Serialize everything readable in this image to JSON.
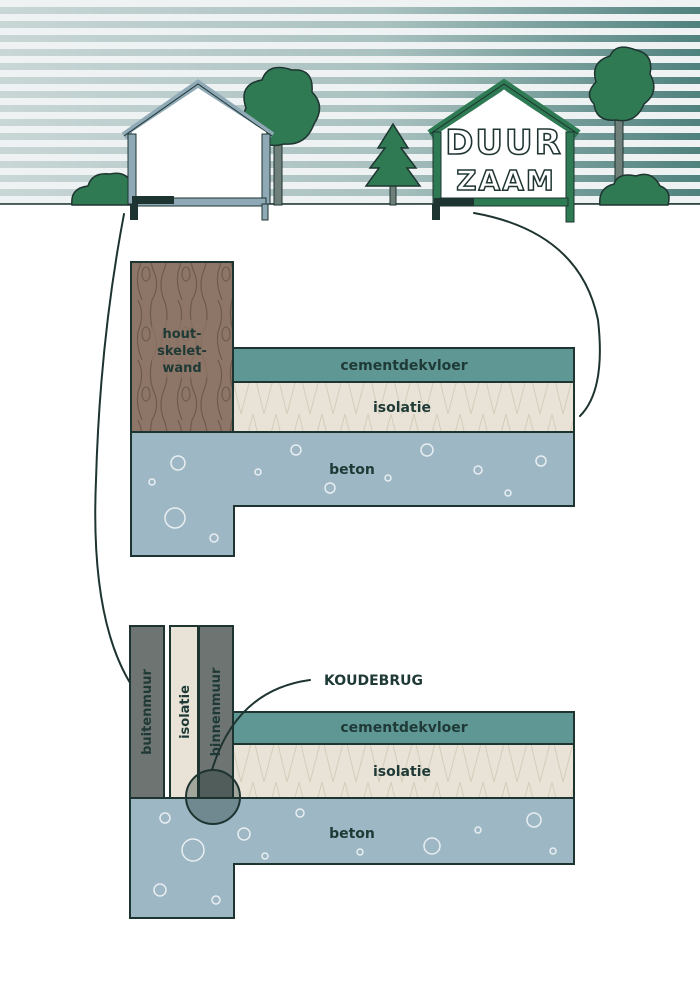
{
  "colors": {
    "sky_stripe_light": "#e9eeee",
    "sky_stripe_dark": "#6d9592",
    "ground": "#ffffff",
    "tree_green": "#2f7a52",
    "tree_trunk": "#6f7f79",
    "house_outline_left": "#8fa9b7",
    "house_outline_right": "#2d7a53",
    "wood": "#8d7667",
    "cement_floor": "#5f9794",
    "insulation": "#e8e3d6",
    "concrete": "#9db7c4",
    "brick_wall": "#6e7472",
    "ink": "#1e3431"
  },
  "top_scene": {
    "house_right_sign_line1": "DUUR",
    "house_right_sign_line2": "ZAAM"
  },
  "diagram_top": {
    "wall_label_line1": "hout-",
    "wall_label_line2": "skelet-",
    "wall_label_line3": "wand",
    "floor_label": "cementdekvloer",
    "insulation_label": "isolatie",
    "concrete_label": "beton"
  },
  "diagram_bottom": {
    "outer_wall_label": "buitenmuur",
    "cavity_label": "isolatie",
    "inner_wall_label": "binnenmuur",
    "cold_bridge_label": "KOUDEBRUG",
    "floor_label": "cementdekvloer",
    "insulation_label": "isolatie",
    "concrete_label": "beton"
  }
}
